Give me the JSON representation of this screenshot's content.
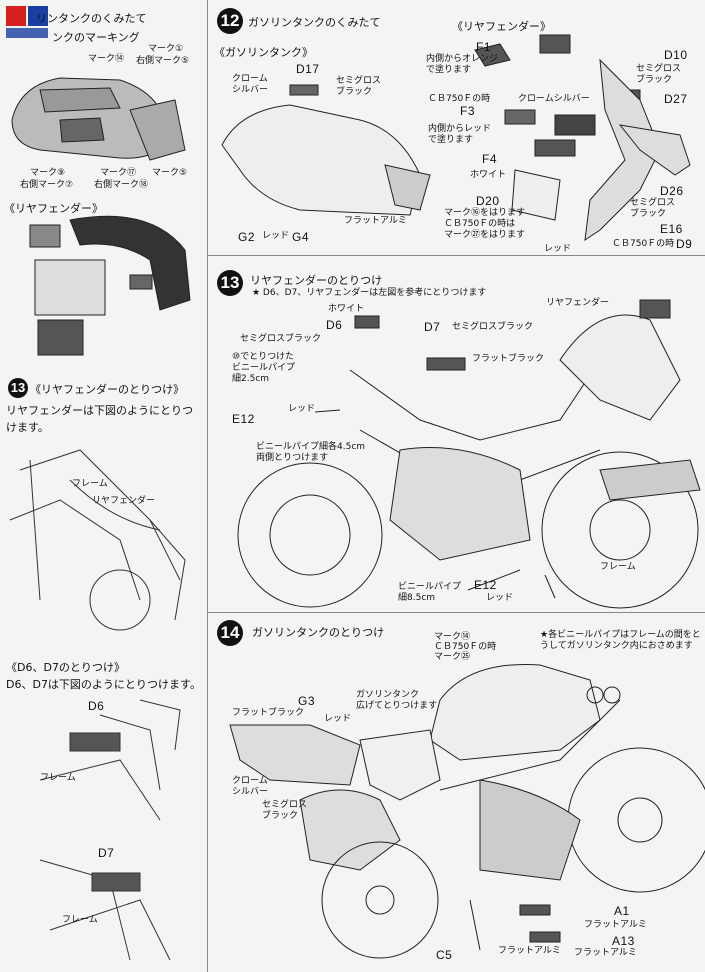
{
  "left": {
    "marking_title_1": "リンタンクのくみたて",
    "marking_title_2": "ンクのマーキング",
    "marks": {
      "m14": "マーク⑭",
      "m1": "マーク①",
      "m_right5": "右側マーク⑤",
      "m9": "マーク⑨",
      "m_right7": "右側マーク⑦",
      "m17": "マーク⑰",
      "m_right18": "右側マーク⑱",
      "m5": "マーク⑤"
    },
    "rear_fender_title": "《リヤフェンダー》",
    "step13_title": "《リヤフェンダーのとりつけ》",
    "step13_text_1": "リヤフェンダーは下図のようにとりつ",
    "step13_text_2": "けます。",
    "frame": "フレーム",
    "rear_fender": "リヤフェンダー",
    "d6d7_title": "《D6、D7のとりつけ》",
    "d6d7_text": "D6、D7は下図のようにとりつけます。",
    "d6": "D6",
    "d7": "D7",
    "frame2": "フレーム",
    "frame3": "フレーム",
    "badge_13": "13"
  },
  "step12": {
    "num": "12",
    "title": "ガソリンタンクのくみたて",
    "sub_tank": "《ガソリンタンク》",
    "sub_fender": "《リヤフェンダー》",
    "chrome_silver": "クローム\nシルバー",
    "d17": "D17",
    "semigloss_black": "セミグロス\nブラック",
    "g2": "G2",
    "red": "レッド",
    "g4": "G4",
    "flat_alumi": "フラットアルミ",
    "f1": "F1",
    "f1_note": "内側からオレンジ\nで塗ります",
    "d10": "D10",
    "semigloss_black2": "セミグロス\nブラック",
    "d27": "D27",
    "cb750f_case": "ＣＢ750Ｆの時",
    "chrome_silver2": "クロームシルバー",
    "f3": "F3",
    "f3_note": "内側からレッド\nで塗ります",
    "f4": "F4",
    "white": "ホワイト",
    "d26": "D26",
    "semigloss_black3": "セミグロス\nブラック",
    "d20": "D20",
    "d20_note": "マーク⑯をはります\nＣＢ750Ｆの時は\nマーク㉗をはります",
    "e16": "E16",
    "cb750f_d9": "ＣＢ750Ｆの時",
    "d9": "D9",
    "red2": "レッド"
  },
  "step13": {
    "num": "13",
    "title": "リヤフェンダーのとりつけ",
    "note": "★ D6、D7、リヤフェンダーは左図を参考にとりつけます",
    "white": "ホワイト",
    "d6": "D6",
    "semigloss_black": "セミグロスブラック",
    "vinyl_note": "⑩でとりつけた\nビニールパイプ\n細2.5cm",
    "d7": "D7",
    "semigloss_black2": "セミグロスブラック",
    "flat_black": "フラットブラック",
    "rear_fender": "リヤフェンダー",
    "red": "レッド",
    "e12": "E12",
    "vinyl_note2": "ビニールパイプ細各4.5cm\n両側とりつけます",
    "frame": "フレーム",
    "vinyl_pipe": "ビニールパイプ\n細8.5cm",
    "e12b": "E12",
    "red2": "レッド"
  },
  "step14": {
    "num": "14",
    "title": "ガソリンタンクのとりつけ",
    "mark14": "マーク⑭",
    "cb750f": "ＣＢ750Ｆの時",
    "mark25": "マーク㉕",
    "note": "★各ビニールパイプはフレームの間をと\nうしてガソリンタンク内におさめます",
    "g3": "G3",
    "flat_black": "フラットブラック",
    "red": "レッド",
    "tank_note": "ガソリンタンク\n広げてとりつけます",
    "chrome_silver": "クローム\nシルバー",
    "semigloss_black": "セミグロス\nブラック",
    "a1": "A1",
    "flat_alumi": "フラットアルミ",
    "a13": "A13",
    "flat_alumi2": "フラットアルミ",
    "flat_alumi3": "フラットアルミ",
    "c5": "C5"
  },
  "colors": {
    "background": "#f4f4f2",
    "ink": "#111111",
    "logo_red": "#d62020",
    "logo_blue": "#1a3fa0"
  }
}
